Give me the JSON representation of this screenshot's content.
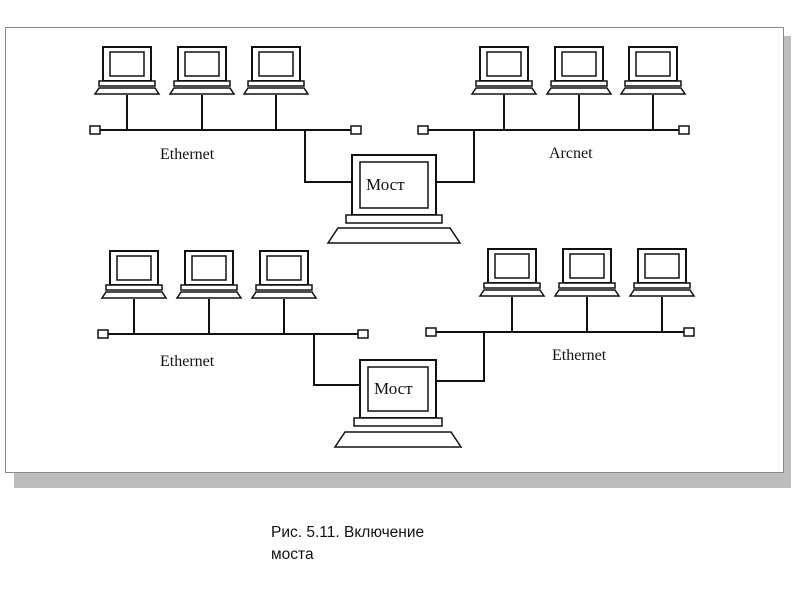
{
  "diagram": {
    "top": {
      "left_network": "Ethernet",
      "right_network": "Arcnet",
      "bridge": "Мост"
    },
    "bottom": {
      "left_network": "Ethernet",
      "right_network": "Ethernet",
      "bridge": "Мост"
    }
  },
  "caption": {
    "line1": "Рис. 5.11.  Включение",
    "line2": "моста"
  }
}
